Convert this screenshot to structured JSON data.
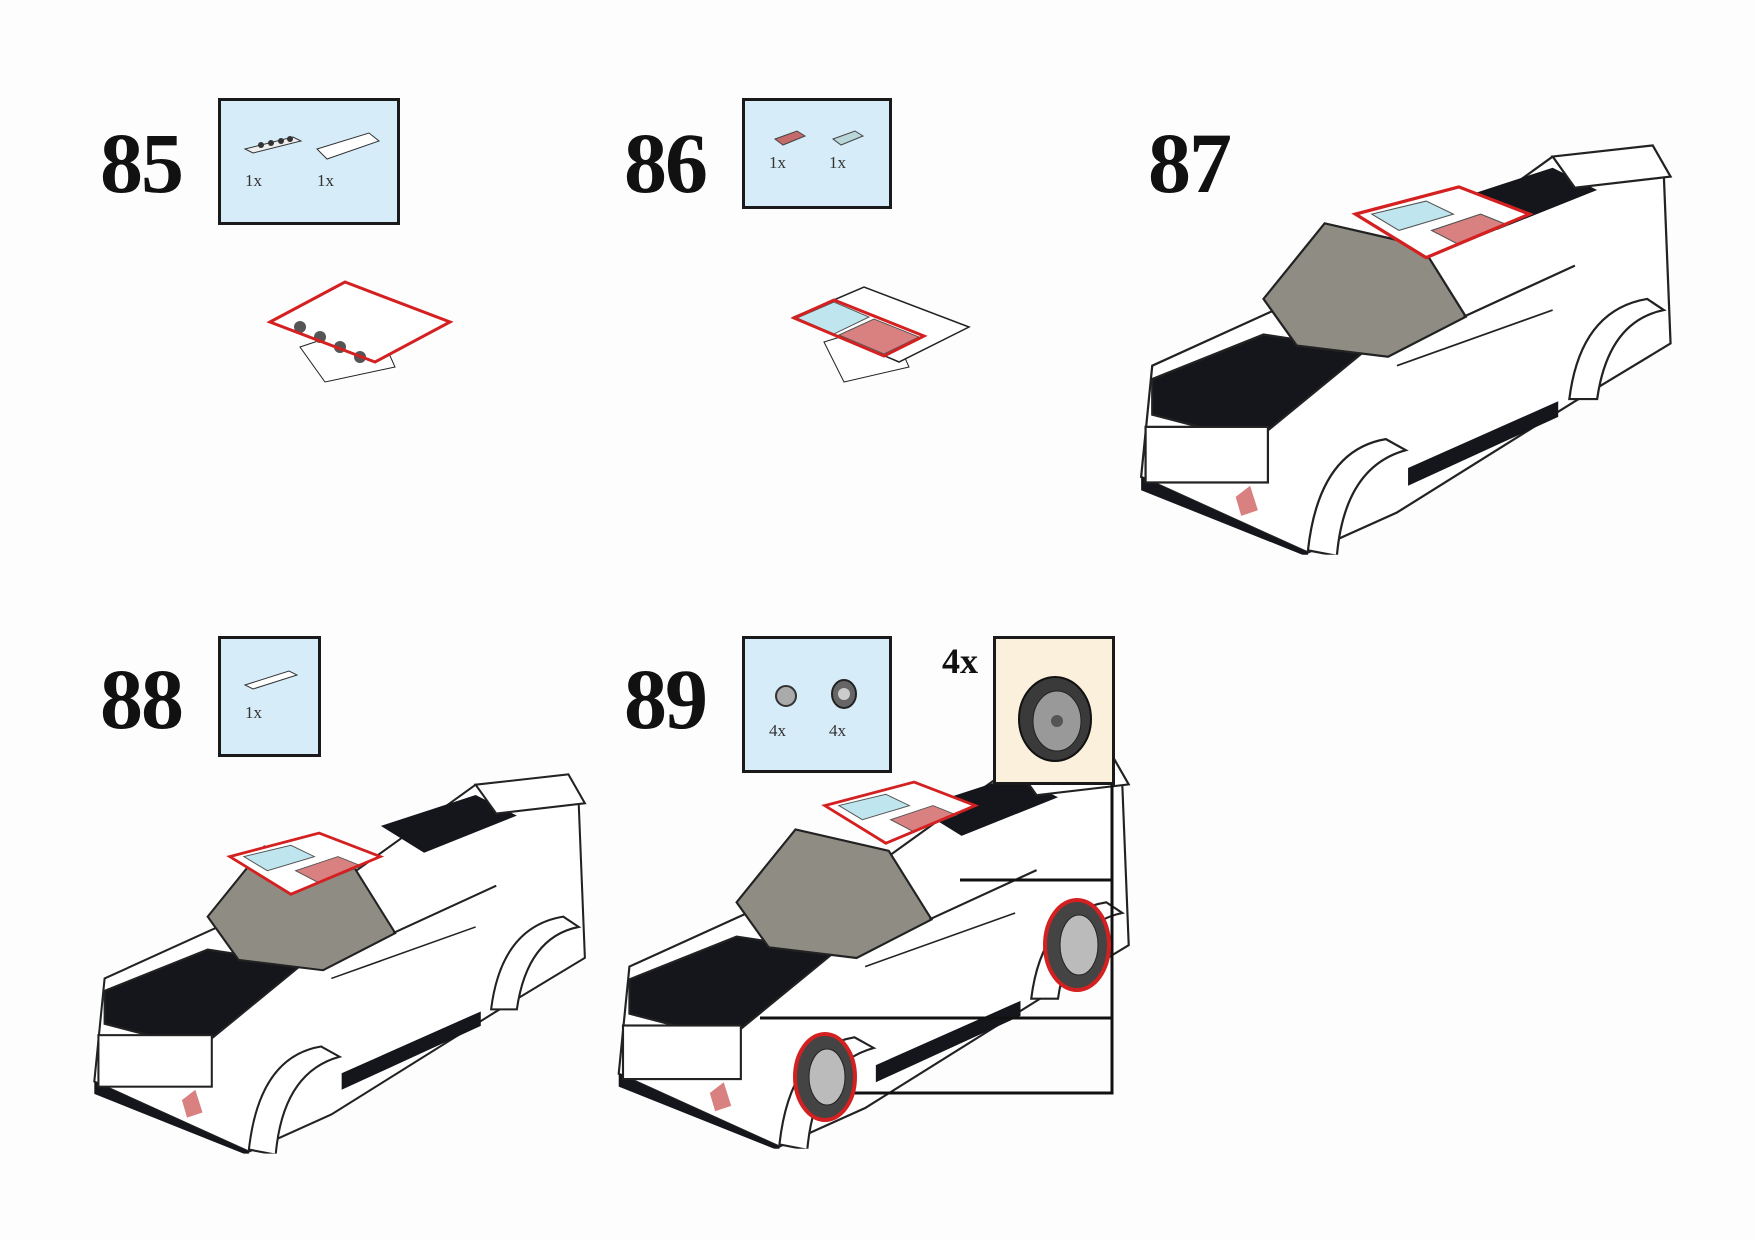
{
  "steps": [
    {
      "number": "85",
      "parts": [
        {
          "name": "plate-1x4-with-studs",
          "qty": "1x"
        },
        {
          "name": "tile-2x4",
          "qty": "1x"
        }
      ]
    },
    {
      "number": "86",
      "parts": [
        {
          "name": "tile-1x2-red",
          "qty": "1x"
        },
        {
          "name": "tile-1x2-trans-clear",
          "qty": "1x"
        }
      ]
    },
    {
      "number": "87",
      "parts": []
    },
    {
      "number": "88",
      "parts": [
        {
          "name": "tile-1x4-white",
          "qty": "1x"
        }
      ]
    },
    {
      "number": "89",
      "parts": [
        {
          "name": "wheel-rim",
          "qty": "4x"
        },
        {
          "name": "tire",
          "qty": "4x"
        }
      ]
    }
  ],
  "callout": {
    "qty": "4x",
    "item": "wheel-assembly"
  },
  "colors": {
    "parts_bg": "#d6ecf8",
    "callout_bg": "#fbf0dc",
    "highlight": "#d42020",
    "trans_blue": "#bfe6ee",
    "red": "#d98080"
  }
}
